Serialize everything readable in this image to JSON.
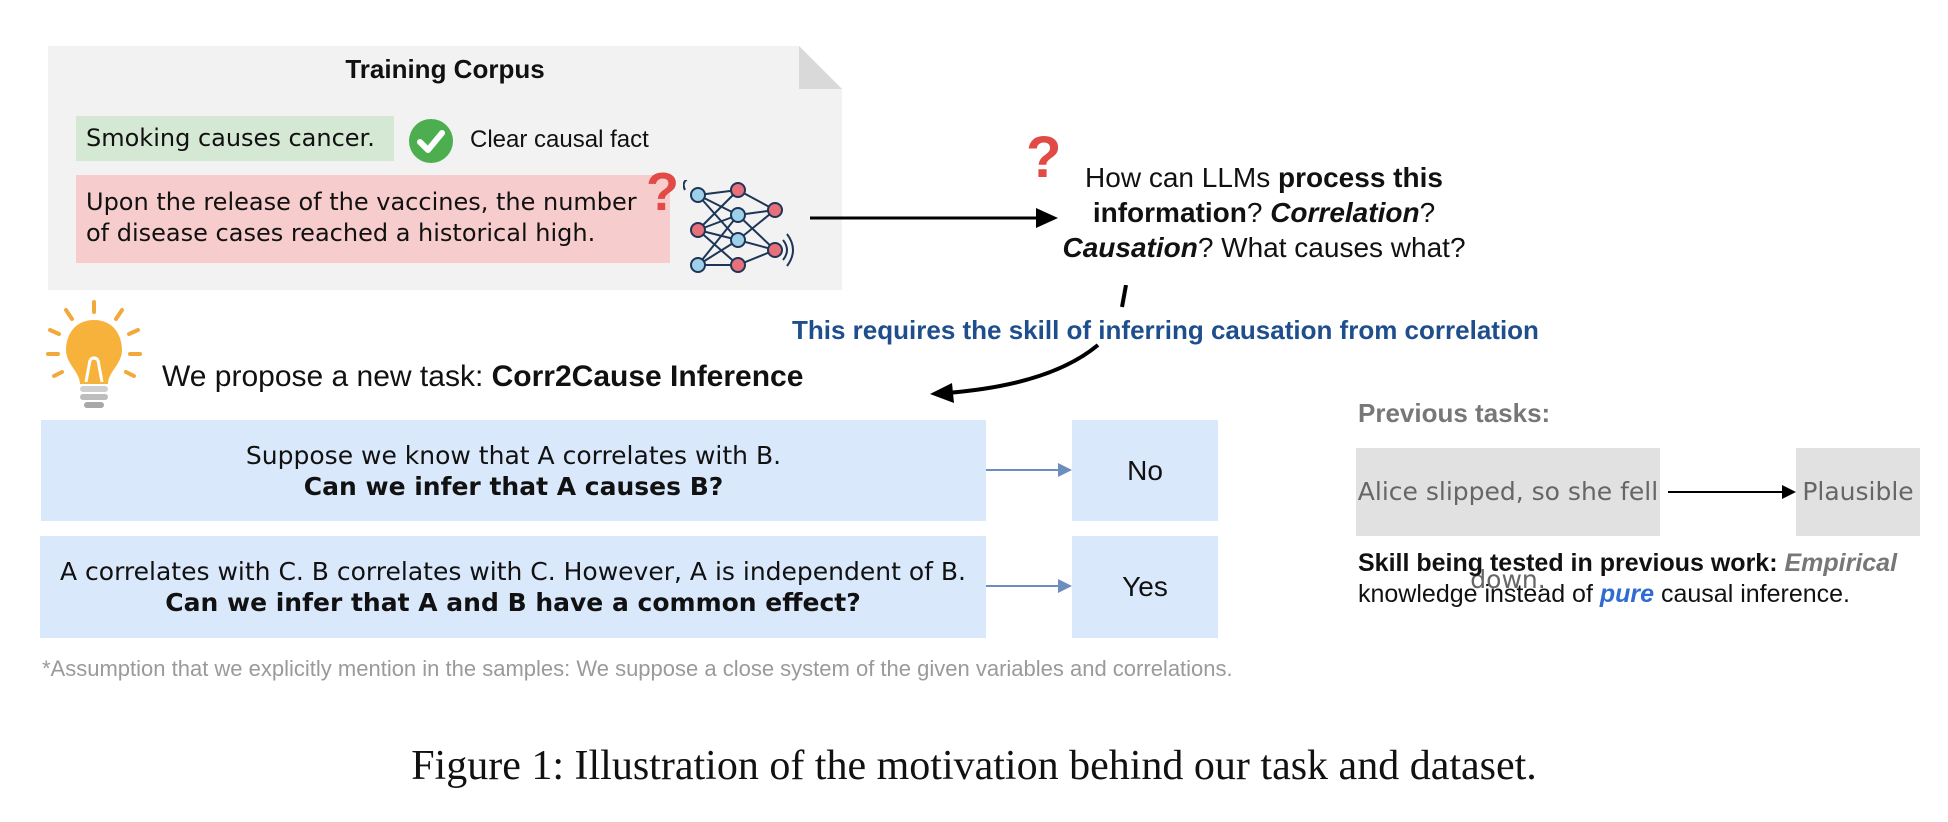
{
  "corpus": {
    "title": "Training Corpus",
    "fact_text": "Smoking causes cancer.",
    "fact_label": "Clear causal fact",
    "claim_line1": "Upon the release of the vaccines, the number",
    "claim_line2": "of disease cases reached a historical high."
  },
  "question": {
    "part1": "How can LLMs ",
    "part2_bold": "process this information",
    "part3": "? ",
    "part4_bolditalic": "Correlation",
    "part5": "? ",
    "part6_bolditalic": "Causation",
    "part7": "? What causes what?"
  },
  "requires_text": "This requires the skill of inferring causation from correlation",
  "propose": {
    "prefix": "We propose a new task: ",
    "task_name": "Corr2Cause Inference"
  },
  "examples": [
    {
      "premise": "Suppose we know that A correlates with B.",
      "question": "Can we infer that A causes B?",
      "answer": "No"
    },
    {
      "premise": "A correlates with C. B correlates with C. However, A is independent of B.",
      "question": "Can we infer that A and B have a common effect?",
      "answer": "Yes"
    }
  ],
  "previous": {
    "title": "Previous tasks:",
    "example": "Alice slipped, so she fell down.",
    "answer": "Plausible",
    "skill_bold": "Skill being tested in previous work: ",
    "skill_empirical": "Empirical",
    "skill_mid": " knowledge instead of ",
    "skill_pure": "pure",
    "skill_end": " causal inference."
  },
  "footnote": "*Assumption that we explicitly mention in the samples: We suppose a close system of the given variables and correlations.",
  "caption": "Figure 1: Illustration of the motivation behind our task and dataset.",
  "colors": {
    "fact_bg": "#d5e8d4",
    "claim_bg": "#f7cccc",
    "task_bg": "#dae8fc",
    "accent_blue": "#1f4e8c",
    "question_red": "#e14a45"
  },
  "icons": [
    "check-icon",
    "neural-network-icon",
    "question-mark-icon",
    "lightbulb-icon"
  ]
}
